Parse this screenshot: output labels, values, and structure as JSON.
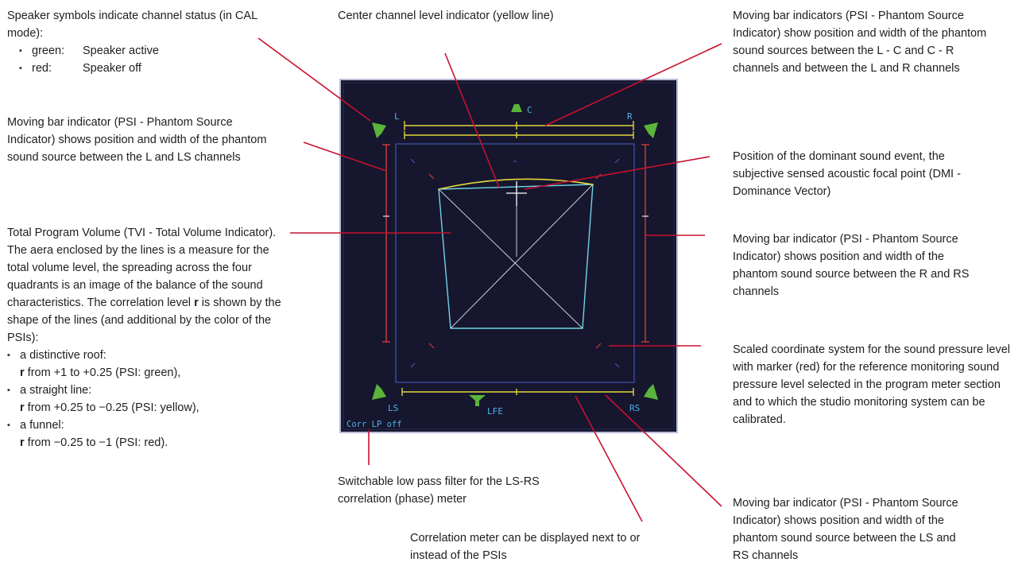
{
  "annotations": {
    "speaker_symbols": {
      "intro": "Speaker symbols indicate channel status (in CAL mode):",
      "items": [
        {
          "label": "green:",
          "desc": "Speaker active"
        },
        {
          "label": "red:",
          "desc": "Speaker off"
        }
      ]
    },
    "psi_l_ls": "Moving bar indicator (PSI - Phantom Source Indicator) shows position and width of the phantom sound source between the L and LS channels",
    "tvi": {
      "intro_pre": "Total Program Volume (TVI - Total Volume Indicator). The aera enclosed by the lines is a measure for the total volume level, the spreading across the four quadrants is an image of the balance of the sound characteristics. The correlation level ",
      "r": "r",
      "intro_post": " is shown by the shape of the lines (and additional by the color of the PSIs):",
      "items": [
        {
          "title": "a distinctive roof:",
          "r": "r",
          "rest": " from +1 to +0.25 (PSI: green),"
        },
        {
          "title": "a straight line:",
          "r": "r",
          "rest": " from +0.25 to −0.25 (PSI: yellow),"
        },
        {
          "title": "a funnel:",
          "r": "r",
          "rest": " from −0.25 to −1 (PSI: red)."
        }
      ]
    },
    "center_level": "Center channel level indicator (yellow line)",
    "lowpass": "Switchable low pass filter for the LS-RS correlation (phase) meter",
    "corr_meter": "Correlation meter can be displayed next to or instead of the PSIs",
    "psi_front": "Moving bar indicators (PSI - Phantom Source Indicator) show position and width of the phantom sound sources between the L - C and C - R channels and between the L and R channels",
    "dominant": "Position of the dominant sound event, the subjective sensed acoustic focal point (DMI - Dominance Vector)",
    "psi_r_rs": "Moving bar indicator (PSI - Phantom Source Indicator) shows position and width of the phantom sound source between the R and RS channels",
    "scaled": "Scaled coordinate system for the sound pressure level with marker (red) for the reference monitoring sound pressure level selected in the program meter section and to which the studio monitoring system can be calibrated.",
    "psi_ls_rs": "Moving bar indicator (PSI - Phantom Source Indicator) shows position and width of the phantom sound source between the LS and RS channels"
  },
  "screen": {
    "labels": {
      "L": "L",
      "C": "C",
      "R": "R",
      "LS": "LS",
      "LFE": "LFE",
      "RS": "RS"
    },
    "status": "Corr LP off"
  },
  "colors": {
    "screen_bg": "#16162e",
    "screen_border": "#b9bcd8",
    "speaker_active": "#5ab43a",
    "psi_bar": "#e2d63a",
    "side_bar": "#d63a3a",
    "tvi_line": "#6fd5e6",
    "grid": "#3f58b0",
    "leader_line": "#c8102e"
  }
}
